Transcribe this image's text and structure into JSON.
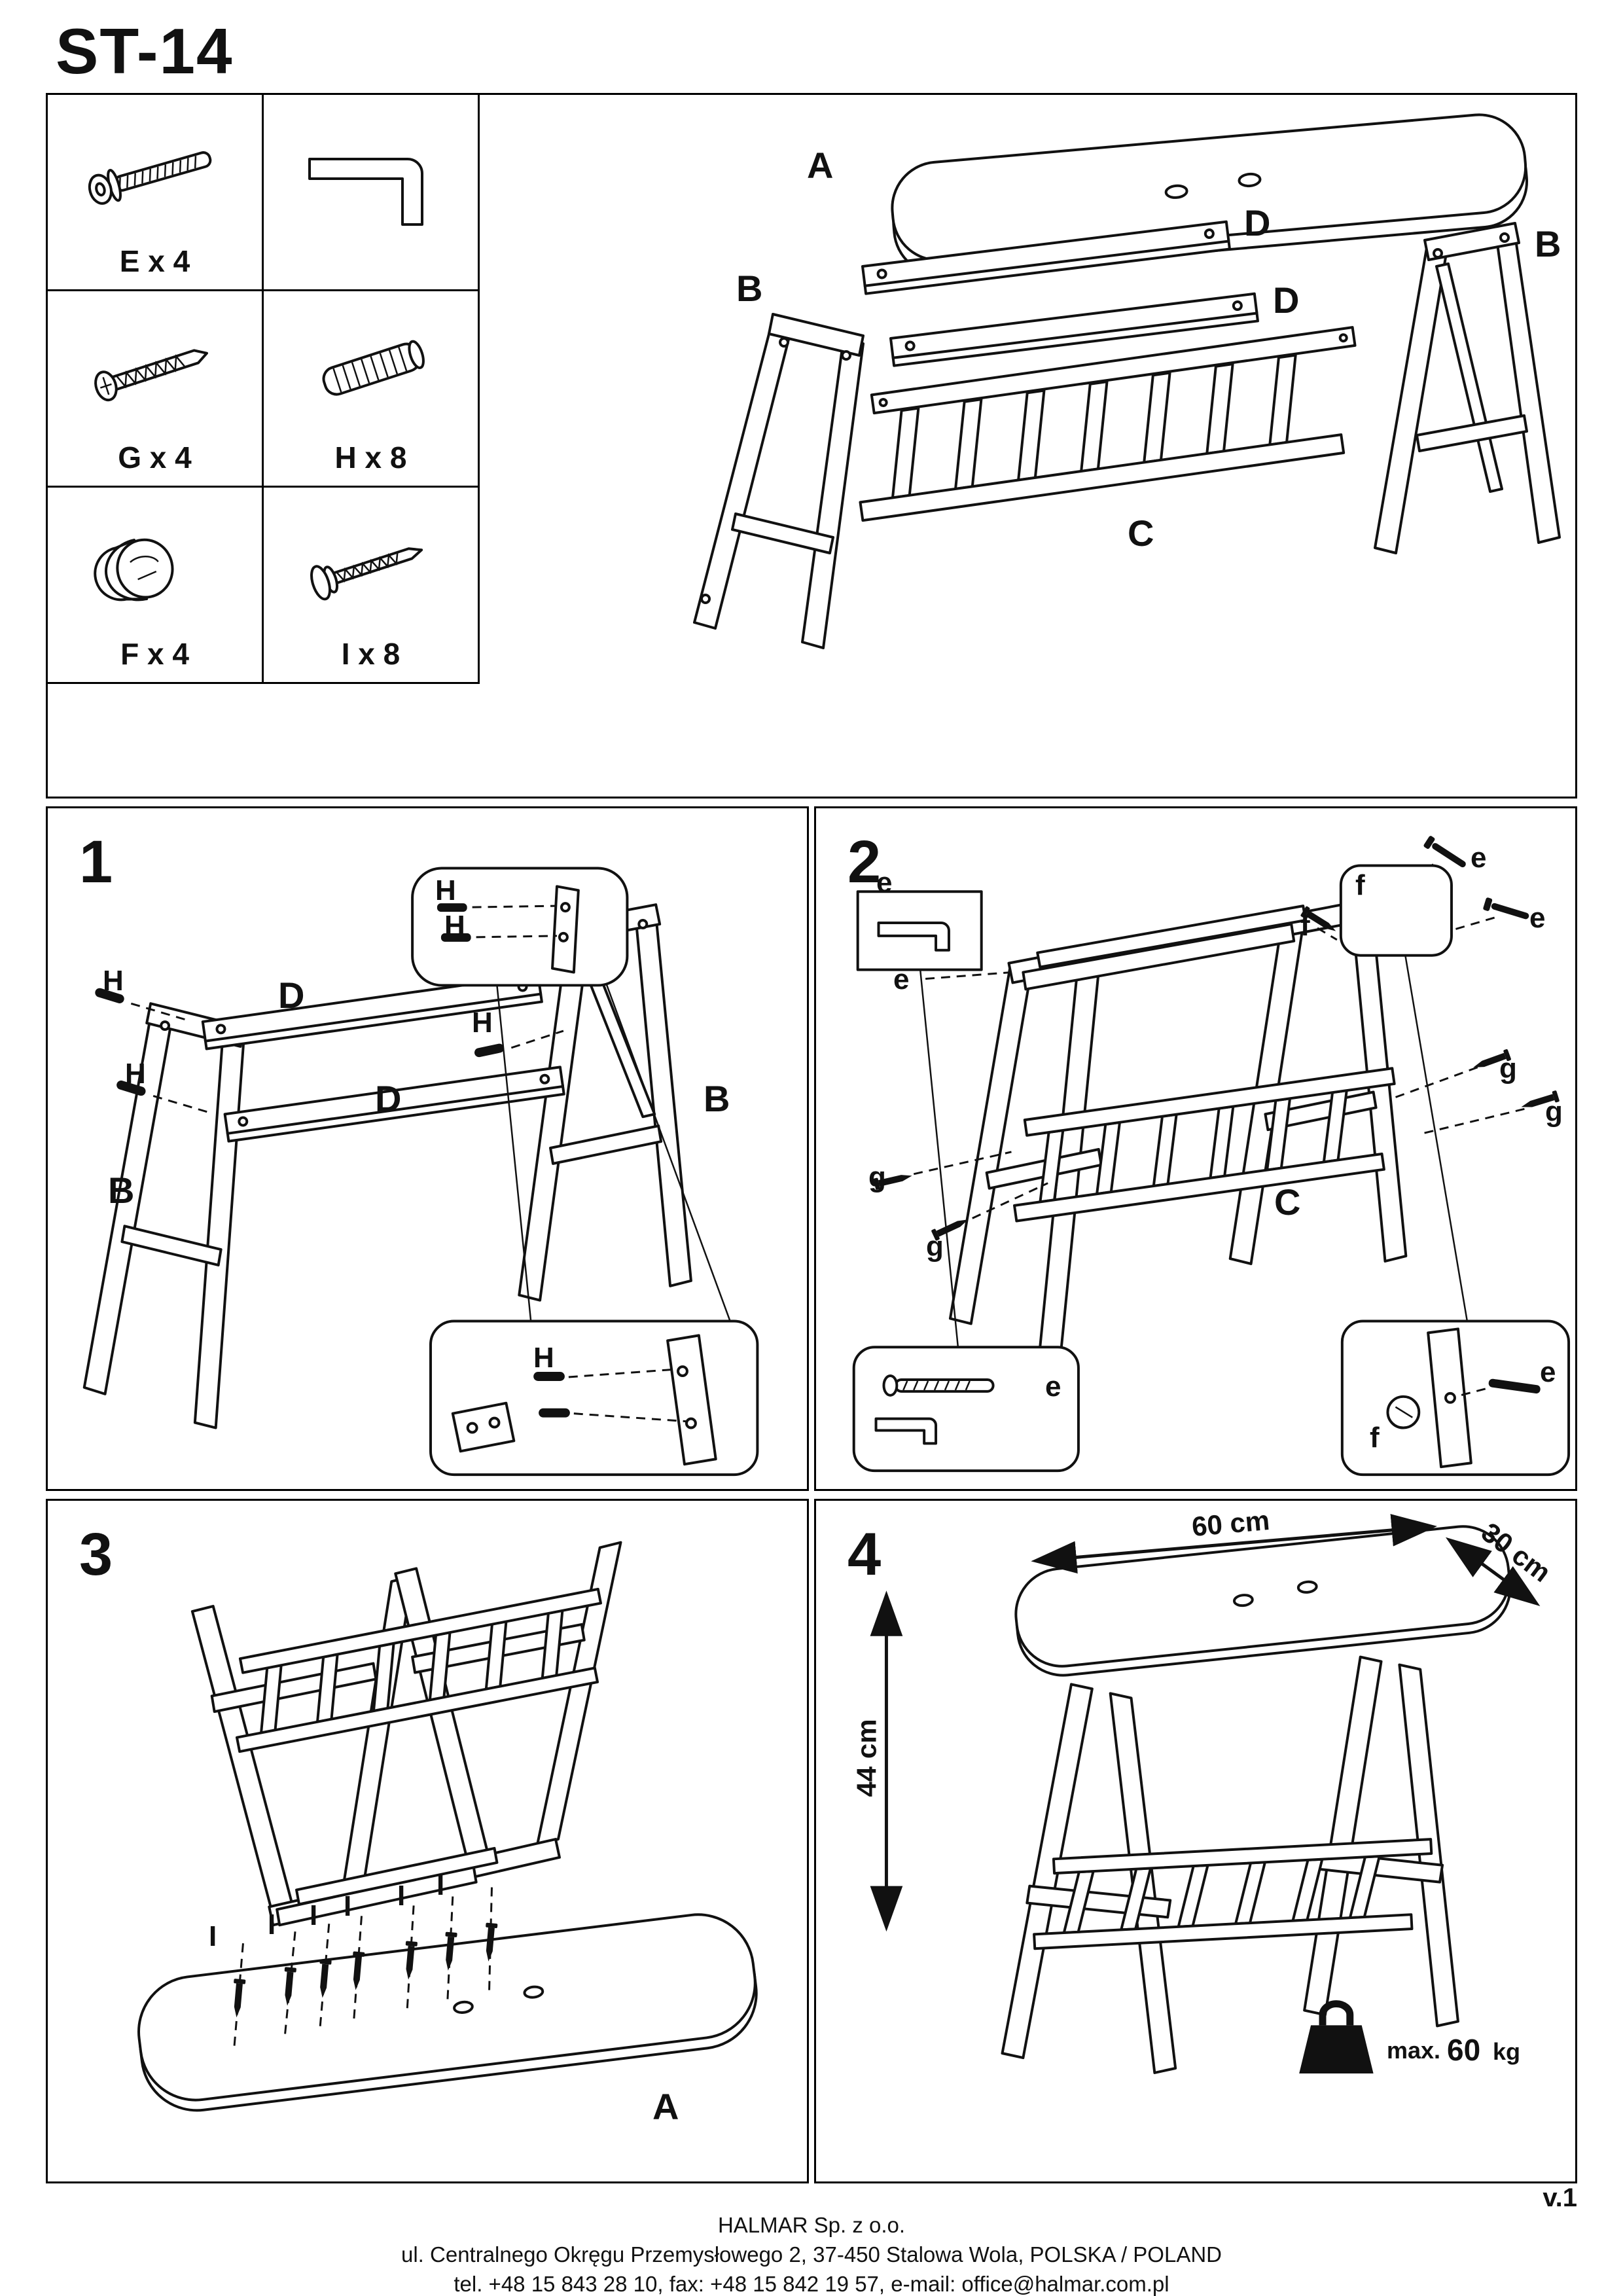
{
  "page": {
    "title": "ST-14",
    "version": "v.1"
  },
  "hardware": {
    "cells": [
      {
        "label": "E x 4",
        "icon": "bolt-icon"
      },
      {
        "label": "",
        "icon": "allen-key-icon"
      },
      {
        "label": "G x 4",
        "icon": "wood-screw-icon"
      },
      {
        "label": "H x 8",
        "icon": "dowel-icon"
      },
      {
        "label": "F x 4",
        "icon": "cam-lock-icon"
      },
      {
        "label": "I x 8",
        "icon": "pan-screw-icon"
      }
    ]
  },
  "parts": {
    "a": "A",
    "b": "B",
    "c": "C",
    "d": "D"
  },
  "fasteners": {
    "e": "e",
    "f": "f",
    "g": "g",
    "h": "H",
    "i": "I"
  },
  "steps": {
    "one": "1",
    "two": "2",
    "three": "3",
    "four": "4"
  },
  "dimensions": {
    "width": "60 cm",
    "depth": "30 cm",
    "height": "44 cm"
  },
  "load": {
    "prefix": "max.",
    "value": "60",
    "unit": "kg"
  },
  "footer": {
    "company": "HALMAR Sp. z o.o.",
    "address": "ul. Centralnego Okręgu Przemysłowego 2, 37-450 Stalowa Wola, POLSKA / POLAND",
    "contact": "tel. +48 15 843 28 10, fax: +48 15 842 19 57, e-mail: office@halmar.com.pl"
  }
}
